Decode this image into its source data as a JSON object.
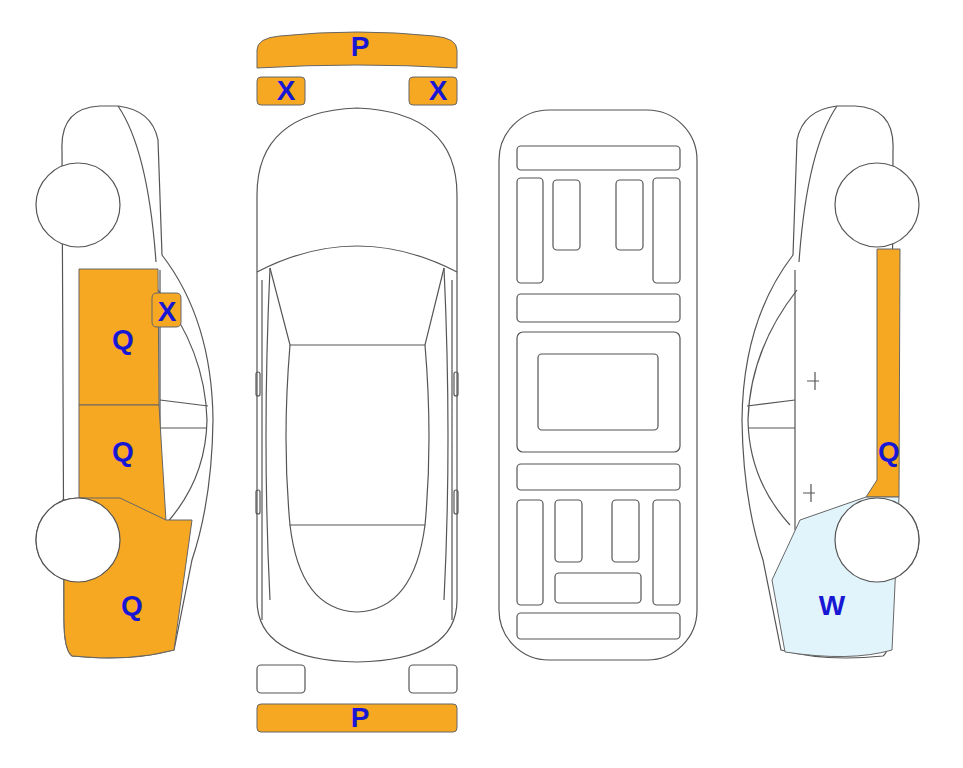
{
  "diagram": {
    "nodes": [
      {
        "text": [
          "P"
        ]
      },
      {
        "text": [
          "X"
        ]
      },
      {
        "text": [
          "X"
        ]
      },
      {
        "text": [
          "X"
        ]
      },
      {
        "text": [
          "Q"
        ]
      },
      {
        "text": [
          "Q"
        ]
      },
      {
        "text": [
          "Q"
        ]
      },
      {
        "text": [
          "Q"
        ]
      },
      {
        "text": [
          "W"
        ]
      },
      {
        "text": [
          "P"
        ]
      }
    ]
  }
}
